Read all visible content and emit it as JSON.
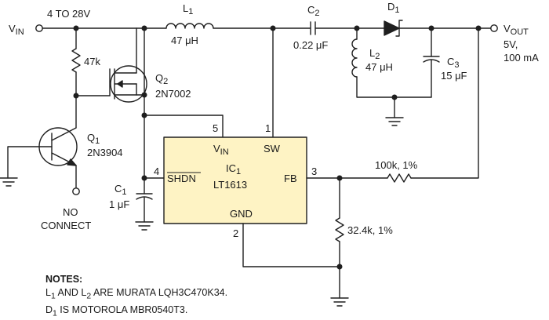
{
  "colors": {
    "wire": "#1f1f1f",
    "ic_fill": "#fef3c4",
    "text": "#1a1a1a"
  },
  "labels": {
    "vin": "V",
    "vin_sub": "IN",
    "vin_range": "4 TO 28V",
    "vout": "V",
    "vout_sub": "OUT",
    "vout_spec1": "5V,",
    "vout_spec2": "100 mA",
    "l1_name": "L",
    "l1_sub": "1",
    "l1_value": "47 μH",
    "c2_name": "C",
    "c2_sub": "2",
    "c2_value": "0.22 μF",
    "d1_name": "D",
    "d1_sub": "1",
    "l2_name": "L",
    "l2_sub": "2",
    "l2_value": "47 μH",
    "c3_name": "C",
    "c3_sub": "3",
    "c3_value": "15 μF",
    "r1_value": "47k",
    "q2_name": "Q",
    "q2_sub": "2",
    "q2_part": "2N7002",
    "q1_name": "Q",
    "q1_sub": "1",
    "q1_part": "2N3904",
    "no_connect1": "NO",
    "no_connect2": "CONNECT",
    "c1_name": "C",
    "c1_sub": "1",
    "c1_value": "1 μF",
    "ic_name": "IC",
    "ic_sub": "1",
    "ic_part": "LT1613",
    "pin_vin": "V",
    "pin_vin_sub": "IN",
    "pin_sw": "SW",
    "pin_shdn": "SHDN",
    "pin_fb": "FB",
    "pin_gnd": "GND",
    "pin1": "1",
    "pin2": "2",
    "pin3": "3",
    "pin4": "4",
    "pin5": "5",
    "r_fb_top": "100k, 1%",
    "r_fb_bot": "32.4k, 1%"
  },
  "notes": {
    "heading": "NOTES:",
    "line1_a": "L",
    "line1_sub1": "1",
    "line1_b": " AND L",
    "line1_sub2": "2",
    "line1_c": " ARE MURATA LQH3C470K34.",
    "line2_a": "D",
    "line2_sub": "1",
    "line2_b": " IS MOTOROLA MBR0540T3."
  }
}
